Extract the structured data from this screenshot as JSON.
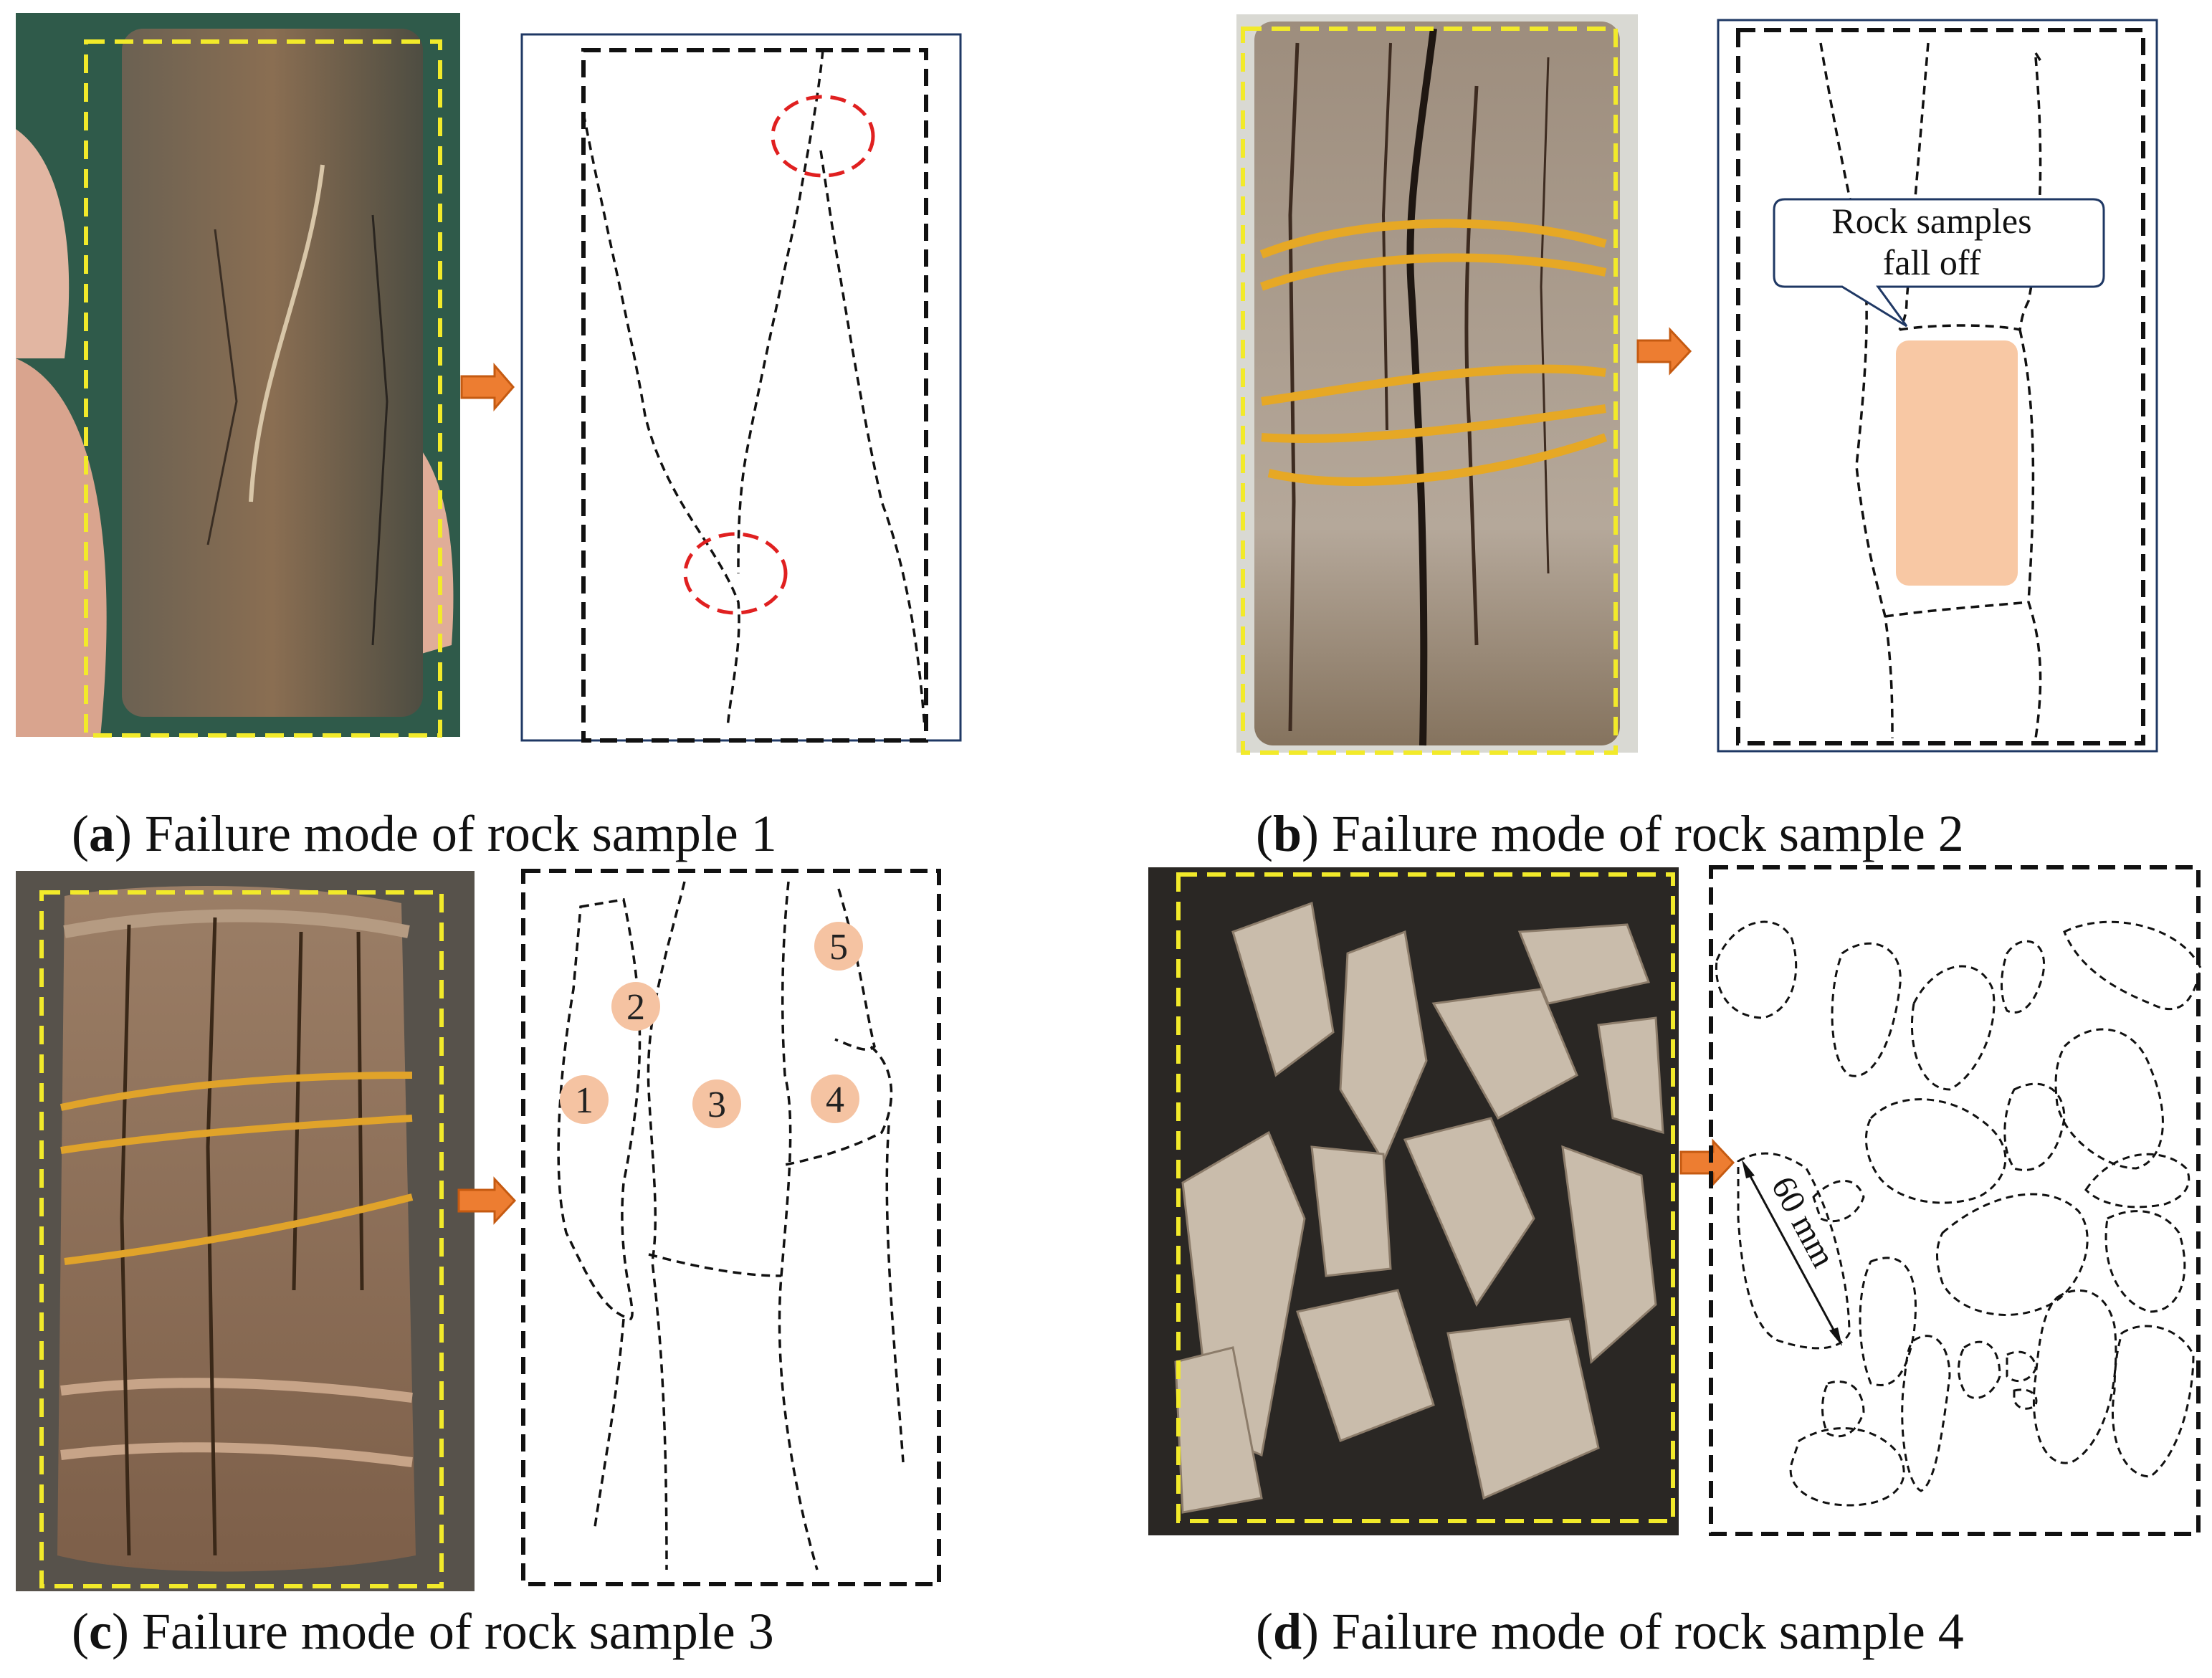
{
  "panels": [
    {
      "id": "a",
      "letter": "a",
      "caption": "Failure mode of rock sample 1"
    },
    {
      "id": "b",
      "letter": "b",
      "caption": "Failure mode of rock sample 2",
      "callout": [
        "Rock samples",
        "fall off"
      ]
    },
    {
      "id": "c",
      "letter": "c",
      "caption": "Failure mode of rock sample 3",
      "fragments": [
        "1",
        "2",
        "3",
        "4",
        "5"
      ]
    },
    {
      "id": "d",
      "letter": "d",
      "caption": "Failure mode of rock sample 4",
      "dimension": "60 mm"
    }
  ],
  "colors": {
    "photo_frame": "#f2ea2a",
    "arrow": "#ed7d31",
    "sketch_border": "#1f3864",
    "crack_line": "#111111",
    "highlight_circle": "#e02020",
    "fallen_area": "#f8c8a4",
    "fragment_badge": "#f5c3a2"
  }
}
